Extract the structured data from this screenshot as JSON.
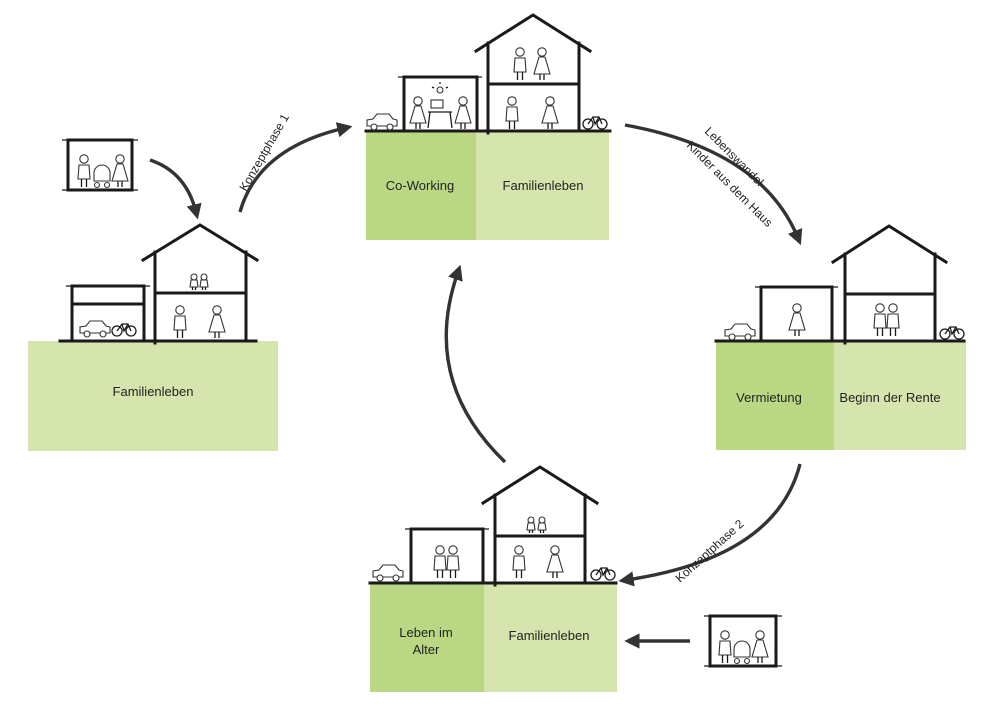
{
  "colors": {
    "field_light": "#d5e5ad",
    "field_dark": "#bad883",
    "line": "#1a1a1a",
    "arrow": "#333333"
  },
  "scene_left": {
    "field_label": "Familienleben"
  },
  "scene_top": {
    "left_label": "Co-Working",
    "right_label": "Familienleben"
  },
  "scene_right": {
    "left_label": "Vermietung",
    "right_label": "Beginn der Rente"
  },
  "scene_bottom": {
    "left_label_line1": "Leben im",
    "left_label_line2": "Alter",
    "right_label": "Familienleben"
  },
  "arrows": {
    "phase1": "Konzeptphase 1",
    "lifestyle_line1": "Lebenswandel",
    "lifestyle_line2": "Kinder aus dem Haus",
    "phase2": "Konzeptphase 2"
  },
  "icons": [
    "house-icon",
    "family-frame-icon",
    "car-icon",
    "bicycle-icon",
    "person-icon",
    "stroller-icon",
    "lamp-icon",
    "laptop-icon"
  ]
}
